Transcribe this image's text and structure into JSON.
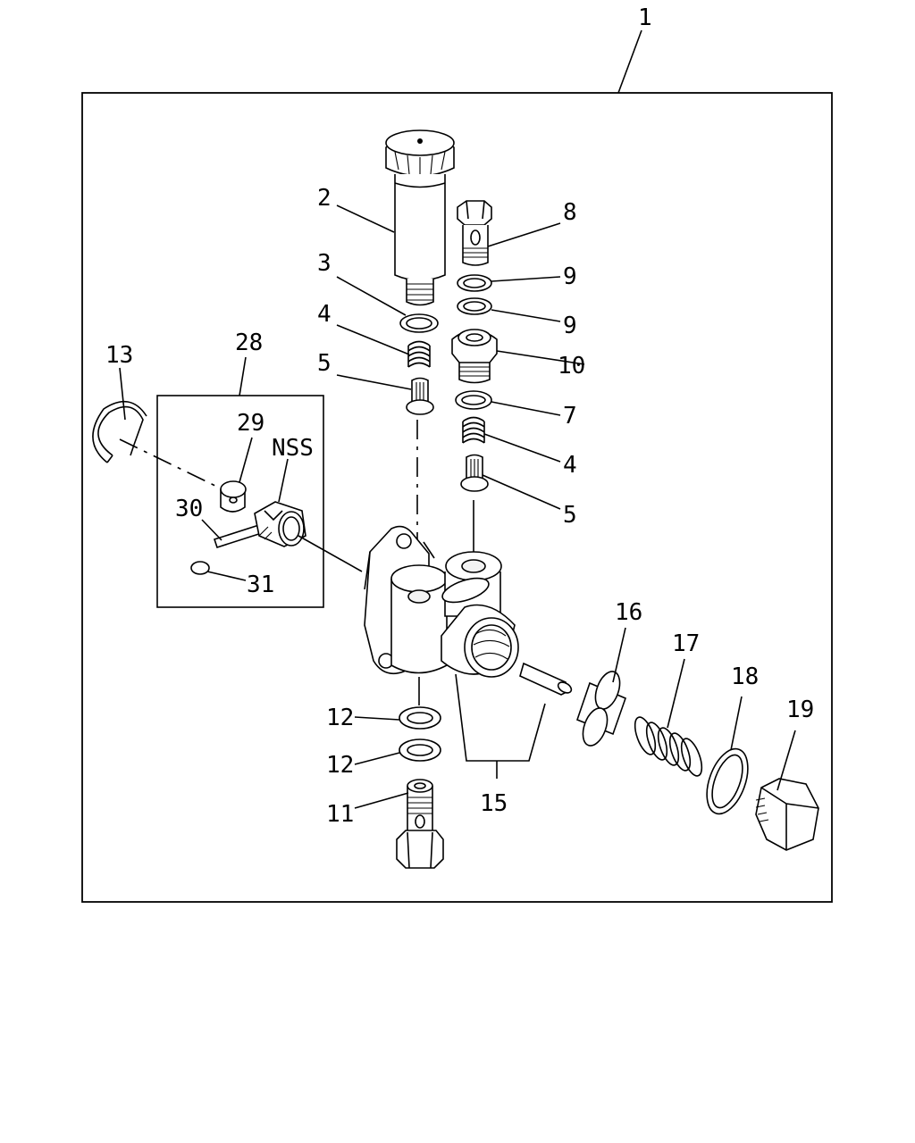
{
  "labels": {
    "l1": "1",
    "l2": "2",
    "l3": "3",
    "l4a": "4",
    "l4b": "4",
    "l5a": "5",
    "l5b": "5",
    "l7": "7",
    "l8": "8",
    "l9a": "9",
    "l9b": "9",
    "l10": "10",
    "l11": "11",
    "l12a": "12",
    "l12b": "12",
    "l13": "13",
    "l15": "15",
    "l16": "16",
    "l17": "17",
    "l18": "18",
    "l19": "19",
    "l28": "28",
    "l29": "29",
    "l30": "30",
    "l31": "31",
    "nss": "NSS"
  }
}
